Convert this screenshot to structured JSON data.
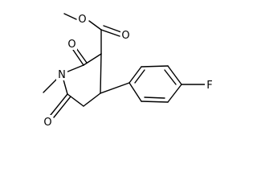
{
  "molecule": {
    "atoms": {
      "o_ester_carbonyl": "O",
      "o_ester_link": "O",
      "o_ring_upper": "O",
      "o_ring_lower": "O",
      "n_ring": "N",
      "fluorine": "F"
    }
  },
  "colors": {
    "bond": "#000000",
    "label": "#000000",
    "background": "#ffffff"
  }
}
